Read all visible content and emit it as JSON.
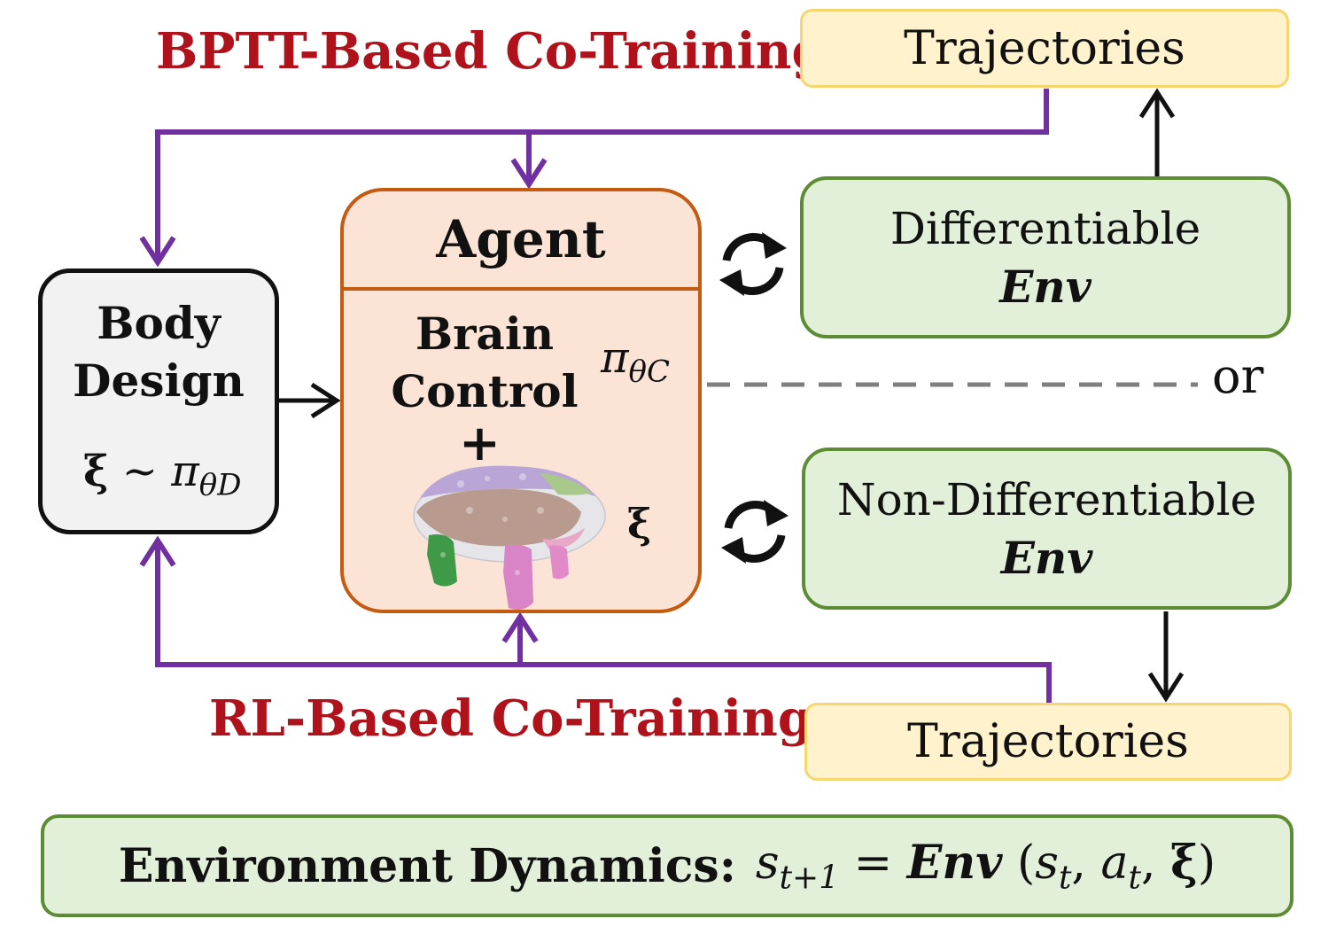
{
  "labels": {
    "bptt": "BPTT-Based Co-Training",
    "rl": "RL-Based Co-Training",
    "or": "or"
  },
  "trajectories_top": "Trajectories",
  "trajectories_bottom": "Trajectories",
  "diff_env": {
    "line1": "Differentiable",
    "line2": "Env"
  },
  "nondiff_env": {
    "line1": "Non-Differentiable",
    "line2": "Env"
  },
  "agent": {
    "title": "Agent",
    "brain_line1": "Brain",
    "brain_line2": "Control",
    "plus": "+",
    "policy": "π",
    "policy_sub": "θC",
    "xi": "ξ"
  },
  "body_design": {
    "line1": "Body",
    "line2": "Design",
    "xi": "ξ",
    "sim": "~",
    "policy": "π",
    "policy_sub": "θD"
  },
  "dynamics": {
    "label": "Environment Dynamics:",
    "lhs": "s",
    "lhs_sub": "t+1",
    "eq": "=",
    "env": "Env",
    "open": "(",
    "s": "s",
    "s_sub": "t",
    "comma1": ",",
    "a": "a",
    "a_sub": "t",
    "comma2": ",",
    "xi": "ξ",
    "close": ")"
  },
  "colors": {
    "purple": "#7030a0",
    "red_label": "#b0121b",
    "agent_fill": "#fbe4d6",
    "agent_border": "#c55a11",
    "env_fill": "#e2efd9",
    "env_border": "#5c8c34",
    "traj_fill": "#fff2cc",
    "traj_border": "#f6d66f"
  }
}
